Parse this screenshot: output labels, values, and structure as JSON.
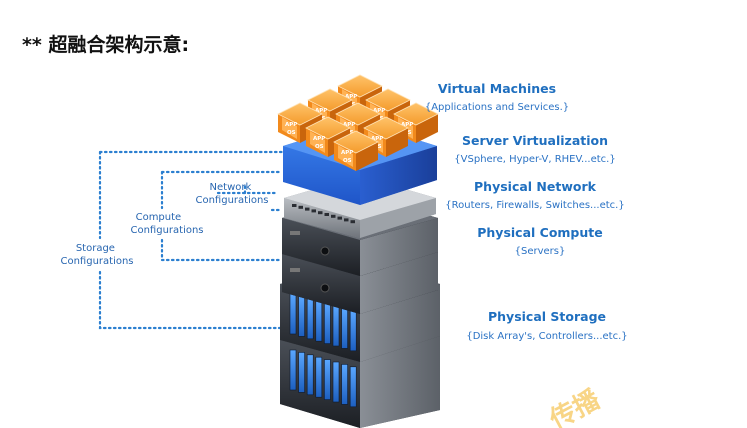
{
  "title": "** 超融合架构示意:",
  "layers": [
    {
      "name": "Virtual Machines",
      "sub": "{Applications and Services.}"
    },
    {
      "name": "Server Virtualization",
      "sub": "{VSphere, Hyper-V, RHEV...etc.}"
    },
    {
      "name": "Physical Network",
      "sub": "{Routers, Firewalls, Switches...etc.}"
    },
    {
      "name": "Physical Compute",
      "sub": "{Servers}"
    },
    {
      "name": "Physical Storage",
      "sub": "{Disk Array's, Controllers...etc.}"
    }
  ],
  "configs": {
    "network": [
      "Network",
      "Configurations"
    ],
    "compute": [
      "Compute",
      "Configurations"
    ],
    "storage": [
      "Storage",
      "Configurations"
    ]
  },
  "vm_labels": {
    "app": "APP",
    "os": "OS"
  },
  "watermark": "传播",
  "colors": {
    "accent": "#1f6fbf",
    "dotted": "#2b7fd0",
    "vm_orange": "#f28a1c",
    "virt_blue": "#2d6fe0"
  }
}
